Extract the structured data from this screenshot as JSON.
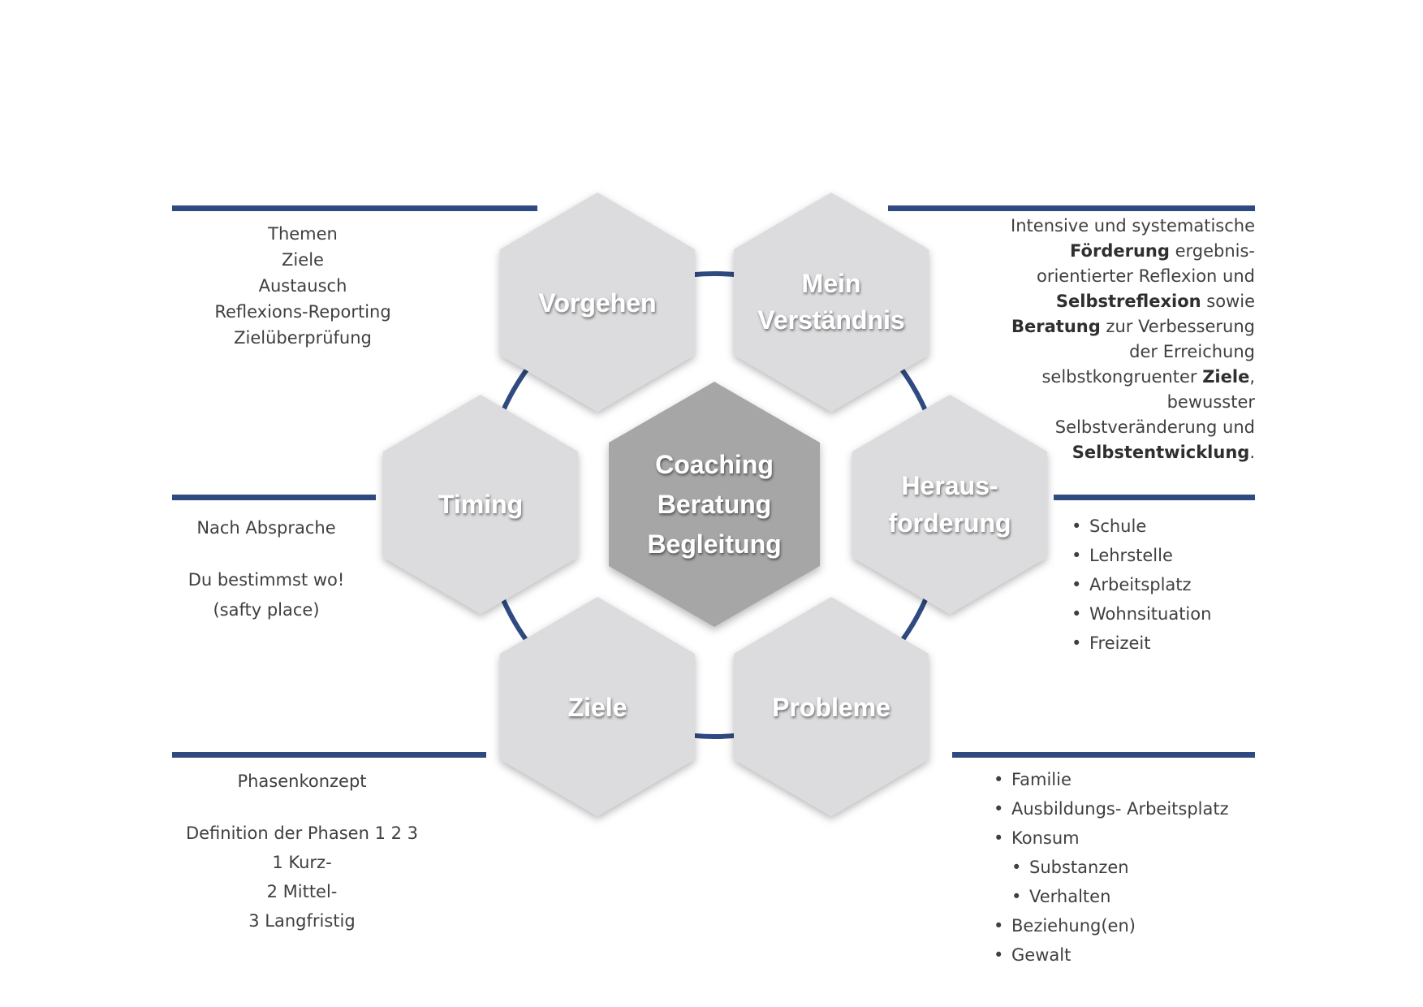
{
  "hexagons": {
    "center": [
      "Coaching",
      "Beratung",
      "Begleitung"
    ],
    "vorgehen": [
      "Vorgehen"
    ],
    "verstaendnis": [
      "Mein",
      "Verständnis"
    ],
    "timing": [
      "Timing"
    ],
    "herausforderung": [
      "Heraus-",
      "forderung"
    ],
    "ziele": [
      "Ziele"
    ],
    "probleme": [
      "Probleme"
    ]
  },
  "panels": {
    "vorgehen": [
      "Themen",
      "Ziele",
      "Austausch",
      "Reflexions-Reporting",
      "Zielüberprüfung"
    ],
    "timing": {
      "line1": "Nach Absprache",
      "line2": "Du bestimmst wo!",
      "line3": "(safty place)"
    },
    "ziele": {
      "title": "Phasenkonzept",
      "definition": "Definition der Phasen 1 2 3",
      "items": [
        "1 Kurz-",
        "2 Mittel-",
        "3 Langfristig"
      ]
    },
    "verstaendnis": [
      [
        "Intensive und systematische"
      ],
      [
        "Förderung",
        " ergebnis-"
      ],
      [
        "orientierter Reflexion und"
      ],
      [
        "Selbstreflexion",
        " sowie"
      ],
      [
        "Beratung",
        " zur Verbesserung"
      ],
      [
        "der Erreichung"
      ],
      [
        "selbstkongruenter ",
        "Ziele",
        ","
      ],
      [
        "bewusster"
      ],
      [
        "Selbstveränderung und"
      ],
      [
        "Selbstentwicklung",
        "."
      ]
    ],
    "herausforderung": [
      "Schule",
      "Lehrstelle",
      "Arbeitsplatz",
      "Wohnsituation",
      "Freizeit"
    ],
    "probleme": {
      "items": [
        "Familie",
        "Ausbildungs- Arbeitsplatz",
        "Konsum"
      ],
      "konsum_sub": [
        "Substanzen",
        "Verhalten"
      ],
      "items_after": [
        "Beziehung(en)",
        "Gewalt"
      ]
    }
  },
  "colors": {
    "accent": "#2e4a80",
    "hex_light": "#dcdcde",
    "hex_center": "#a6a6a6",
    "ring": "#2e4a80"
  }
}
